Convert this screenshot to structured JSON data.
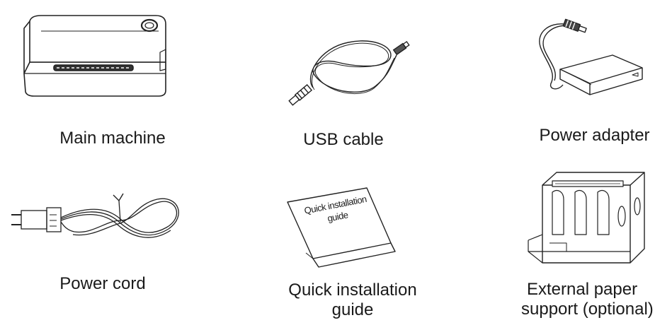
{
  "items": [
    {
      "key": "main_machine",
      "label_lines": [
        "Main machine"
      ]
    },
    {
      "key": "usb_cable",
      "label_lines": [
        "USB cable"
      ]
    },
    {
      "key": "power_adapter",
      "label_lines": [
        "Power adapter"
      ]
    },
    {
      "key": "power_cord",
      "label_lines": [
        "Power cord"
      ]
    },
    {
      "key": "quick_guide",
      "label_lines": [
        "Quick installation",
        "guide"
      ],
      "booklet_text": [
        "Quick installation",
        "guide"
      ]
    },
    {
      "key": "paper_support",
      "label_lines": [
        "External paper",
        "support (optional)"
      ]
    }
  ]
}
